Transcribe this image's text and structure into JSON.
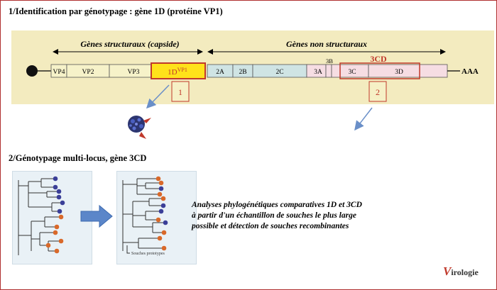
{
  "titles": {
    "section1": "1/Identification par génotypage : gène 1D (protéine VP1)",
    "section2": "2/Génotypage multi-locus, gène 3CD"
  },
  "genome": {
    "label_structural": "Gènes structuraux (capside)",
    "label_nonstructural": "Gènes non structuraux",
    "segments": {
      "vp4": "VP4",
      "vp2": "VP2",
      "vp3": "VP3",
      "d1_main": "1D",
      "d1_sup": "VP1",
      "a2": "2A",
      "b2": "2B",
      "c2": "2C",
      "a3": "3A",
      "b3": "3B",
      "c3": "3C",
      "d3": "3D"
    },
    "label_3cd": "3CD",
    "polyA": "AAA",
    "marker1": "1",
    "marker2": "2"
  },
  "colors": {
    "band": "#f3ebbf",
    "structural": "#f6f2c9",
    "vp1": "#ffe21a",
    "vp1_border": "#c0392b",
    "nonstructural_2": "#cfe4e4",
    "nonstructural_3": "#f6dde3",
    "arrow_blue": "#6a8fc8",
    "dot_blue": "#3b3f98",
    "dot_orange": "#d9692a"
  },
  "trees": {
    "prototype_label": "Souches prototypes"
  },
  "analysis": {
    "line1": "Analyses phylogénétiques comparatives 1D et 3CD",
    "line2": "à partir d'un échantillon de souches le plus large",
    "line3": "possible et détection de souches recombinantes"
  },
  "logo": {
    "initial": "V",
    "rest": "irologie"
  }
}
